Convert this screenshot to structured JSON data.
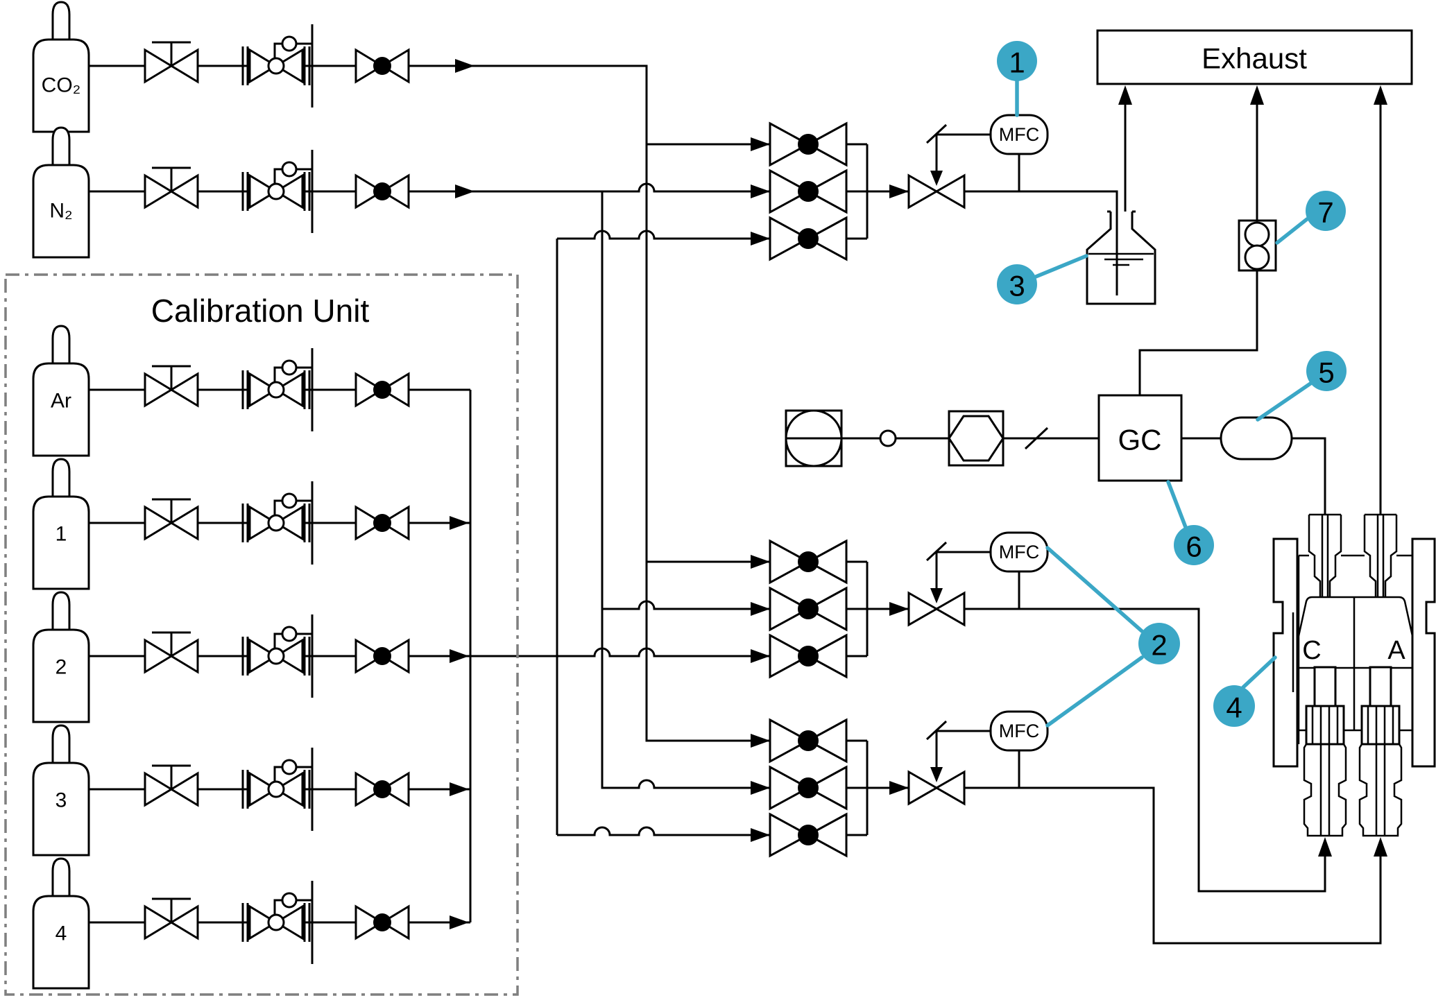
{
  "diagram": {
    "type": "gas-flow-process-diagram",
    "exhaust_label": "Exhaust",
    "calibration_unit_label": "Calibration Unit",
    "gc_label": "GC",
    "mfc_label": "MFC",
    "reactor": {
      "cathode_label": "C",
      "anode_label": "A"
    },
    "cylinders": {
      "co2": "CO₂",
      "n2": "N₂",
      "ar": "Ar",
      "cal_1": "1",
      "cal_2": "2",
      "cal_3": "3",
      "cal_4": "4"
    },
    "callouts": {
      "c1": "1",
      "c2": "2",
      "c3": "3",
      "c4": "4",
      "c5": "5",
      "c6": "6",
      "c7": "7"
    },
    "icons": {
      "valve": "manual-valve-icon",
      "regulator": "pressure-regulator-icon",
      "shutoff_valve": "shutoff-valve-icon",
      "control_valve": "control-valve-icon",
      "mass_flow_controller": "mfc-stadium-icon",
      "bubbler": "bubbler-vessel-icon",
      "soap_film_meter": "film-flow-meter-icon",
      "filter": "filter-icon",
      "pump": "pump-icon",
      "trap": "cold-trap-icon"
    },
    "colors": {
      "line": "#000000",
      "accent": "#3BA7C6",
      "frame_gray": "#7F7F7F",
      "background": "#FFFFFF"
    }
  }
}
